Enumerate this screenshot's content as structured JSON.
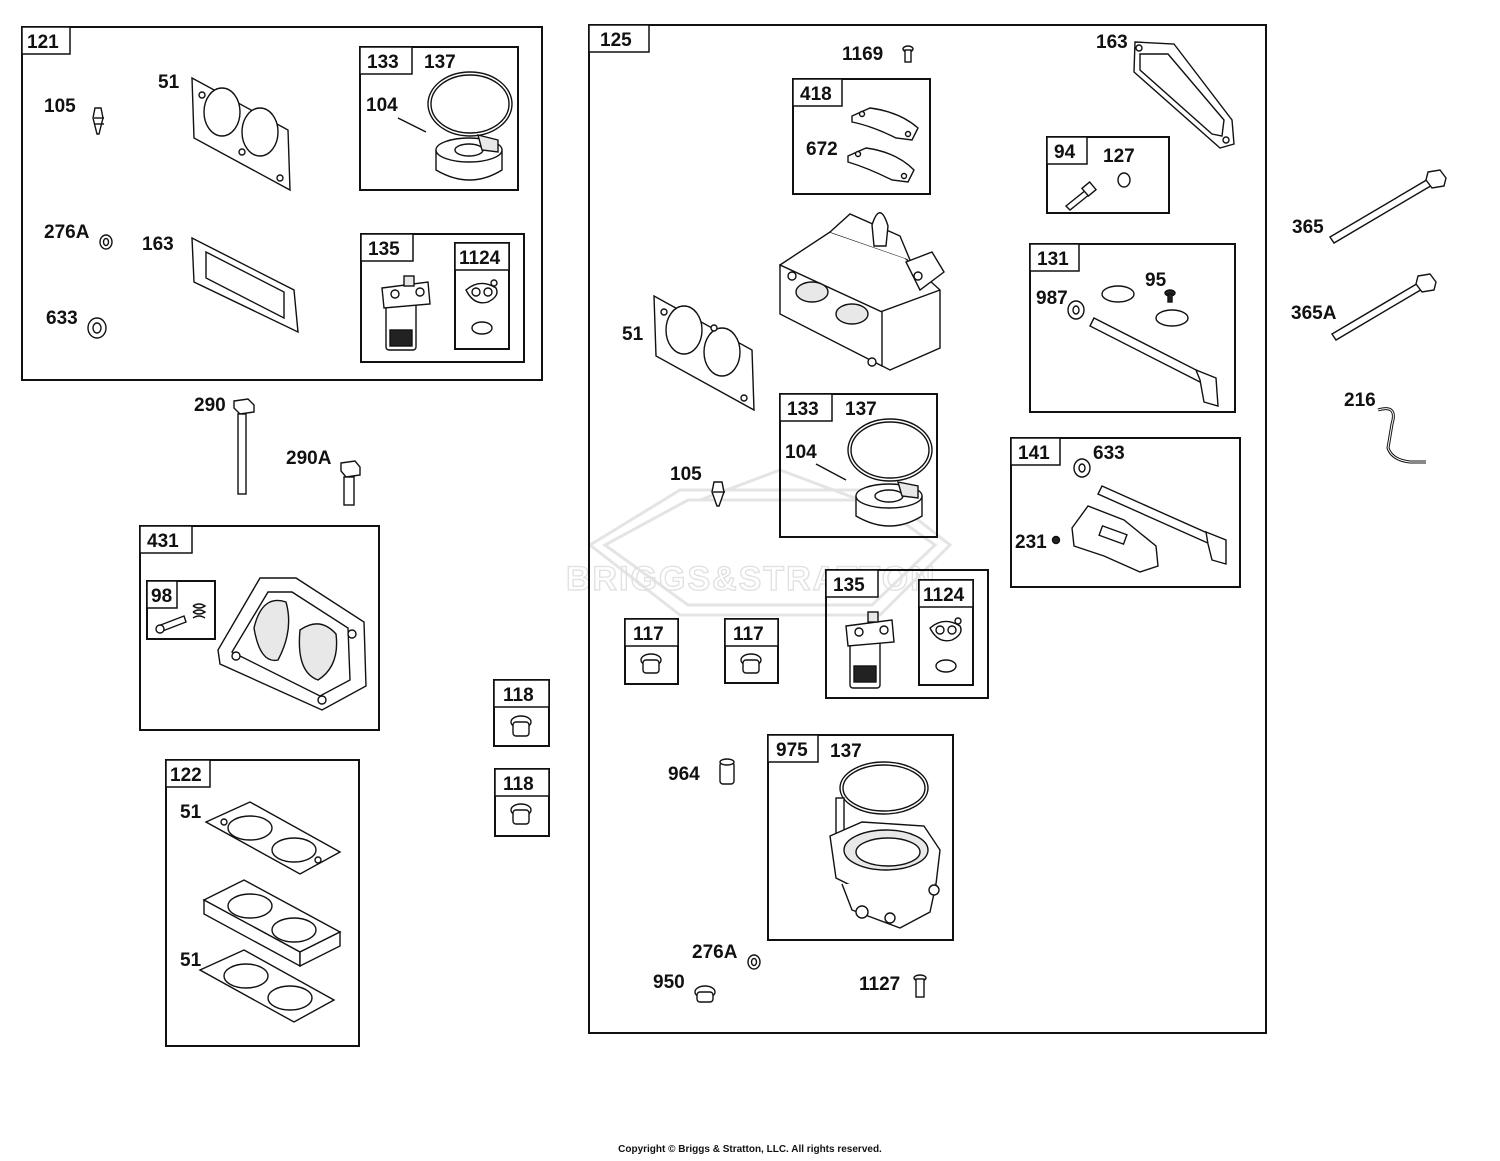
{
  "watermark_text": "BRIGGS&STRATTON",
  "copyright": "Copyright © Briggs & Stratton, LLC. All rights reserved.",
  "kits": {
    "k121": "121",
    "k133a": "133",
    "k135a": "135",
    "k1124a": "1124",
    "k431": "431",
    "k98": "98",
    "k122": "122",
    "k118a": "118",
    "k118b": "118",
    "k125": "125",
    "k418": "418",
    "k94": "94",
    "k131": "131",
    "k133b": "133",
    "k141": "141",
    "k135b": "135",
    "k1124b": "1124",
    "k117a": "117",
    "k117b": "117",
    "k975": "975"
  },
  "labels": {
    "l105a": "105",
    "l51a": "51",
    "l137a": "137",
    "l104a": "104",
    "l276Aa": "276A",
    "l163a": "163",
    "l633a": "633",
    "l290": "290",
    "l290A": "290A",
    "l51b": "51",
    "l51c": "51",
    "l1169": "1169",
    "l163b": "163",
    "l672": "672",
    "l127": "127",
    "l365": "365",
    "l365A": "365A",
    "l987": "987",
    "l95": "95",
    "l216": "216",
    "l51d": "51",
    "l137b": "137",
    "l104b": "104",
    "l105b": "105",
    "l633b": "633",
    "l231": "231",
    "l964": "964",
    "l137c": "137",
    "l276Ab": "276A",
    "l950": "950",
    "l1127": "1127"
  }
}
